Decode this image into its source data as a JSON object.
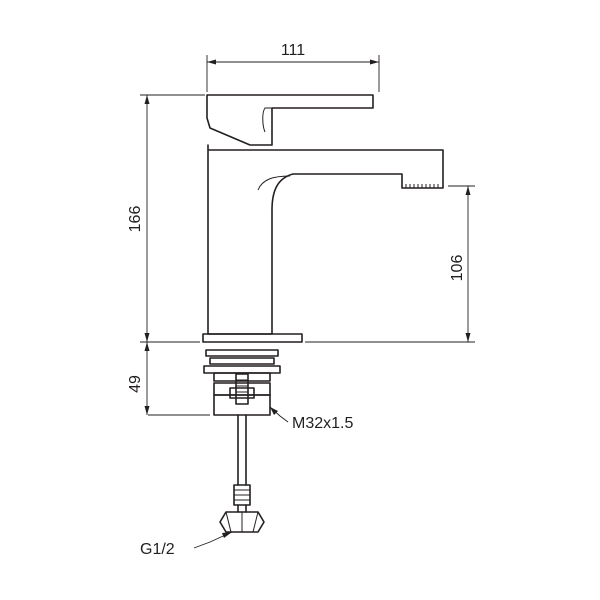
{
  "dimensions": {
    "spout_reach": "111",
    "total_height": "166",
    "spout_height": "106",
    "shank_length": "49"
  },
  "callouts": {
    "shank_thread": "M32x1.5",
    "hose_connector": "G1/2"
  }
}
